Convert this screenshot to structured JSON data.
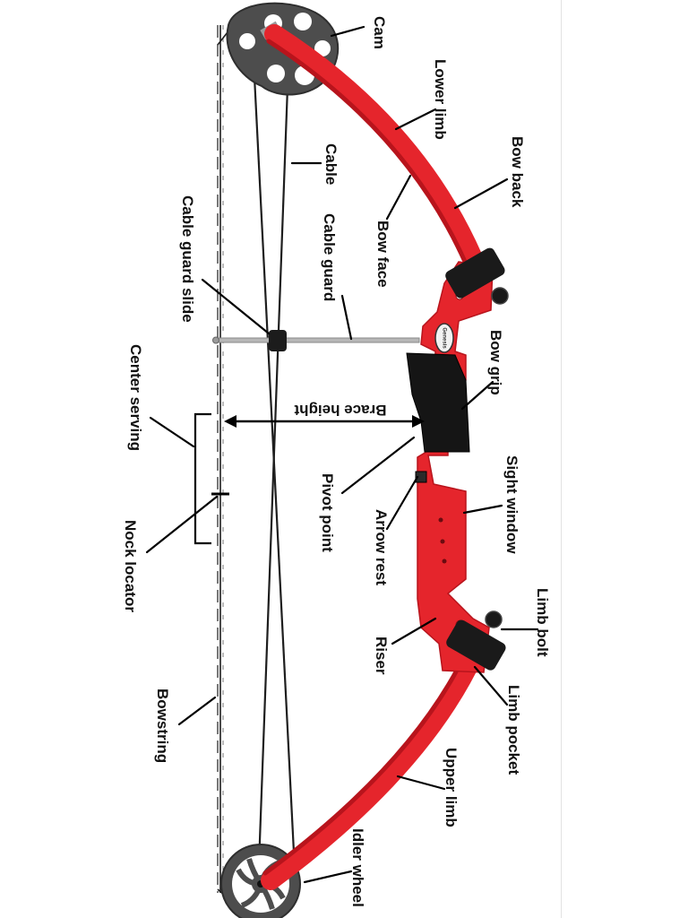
{
  "diagram": {
    "colors": {
      "limb": "#e5252c",
      "limb_shadow": "#b8141c",
      "cam": "#4d4d4d",
      "pocket": "#1a1a1a",
      "grip": "#151515",
      "string": "#1e1e1e",
      "leader": "#000000",
      "text": "#111111",
      "steel": "#b7b7b7"
    },
    "labels": {
      "cam": "Cam",
      "lower_limb": "Lower limb",
      "bow_back": "Bow back",
      "cable": "Cable",
      "bow_face": "Bow face",
      "cable_guard": "Cable guard",
      "cable_guard_slide": "Cable guard slide",
      "bow_grip": "Bow grip",
      "brace_height": "Brace height",
      "center_serving": "Center serving",
      "pivot_point": "Pivot point",
      "sight_window": "Sight window",
      "arrow_rest": "Arrow rest",
      "nock_locator": "Nock locator",
      "limb_bolt": "Limb bolt",
      "riser": "Riser",
      "limb_pocket": "Limb pocket",
      "bowstring": "Bowstring",
      "upper_limb": "Upper limb",
      "idler_wheel": "Idler wheel"
    },
    "riser_badge": "Genesis"
  }
}
